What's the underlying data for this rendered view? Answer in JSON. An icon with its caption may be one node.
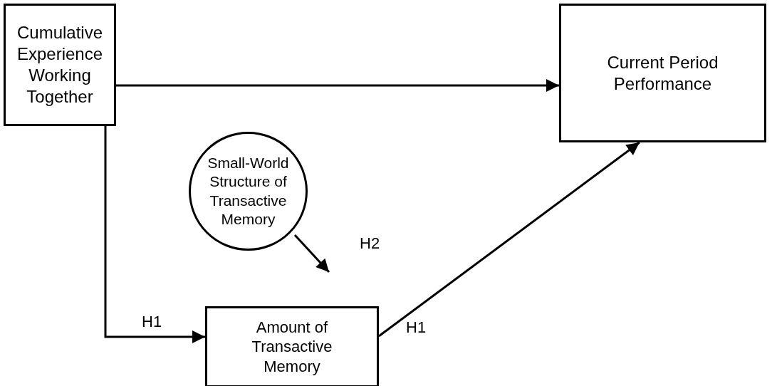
{
  "diagram": {
    "nodes": [
      {
        "text": [
          "Cumulative Experience Working Together"
        ]
      },
      {
        "text": [
          "Current Period Performance"
        ]
      },
      {
        "text": [
          "Small-World Structure of Transactive Memory"
        ]
      },
      {
        "text": [
          "Amount of Transactive Memory"
        ]
      }
    ],
    "edges": [
      {
        "from": 0,
        "to": 1,
        "arrow": "to"
      },
      {
        "from": 0,
        "to": 3,
        "arrow": "to",
        "label": "H1"
      },
      {
        "from": 3,
        "to": 1,
        "arrow": "to",
        "label": "H1"
      },
      {
        "from": 2,
        "to": null,
        "arrow": "to",
        "label": "H2"
      }
    ]
  }
}
